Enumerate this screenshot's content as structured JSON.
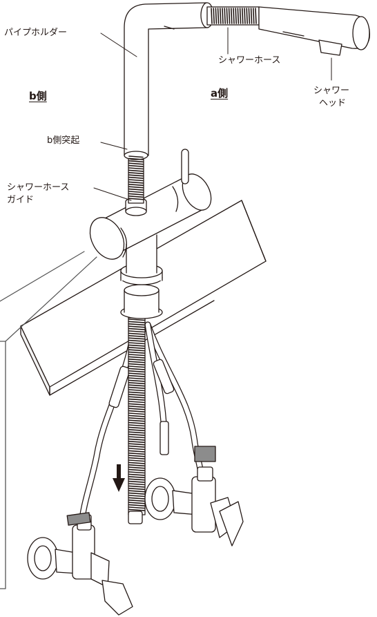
{
  "labels": {
    "pipe_holder": "パイプホルダー",
    "shower_hose": "シャワーホース",
    "shower_head_line1": "シャワー",
    "shower_head_line2": "ヘッド",
    "side_b": "b側",
    "side_a": "a側",
    "b_side_projection": "b側突起",
    "hose_guide_line1": "シャワーホース",
    "hose_guide_line2": "ガイド"
  },
  "colors": {
    "line": "#231815",
    "fill": "#ffffff",
    "tape": "#8c8c8c",
    "leader": "#555555"
  },
  "icons": {
    "pull_direction": "arrow-down-icon"
  }
}
